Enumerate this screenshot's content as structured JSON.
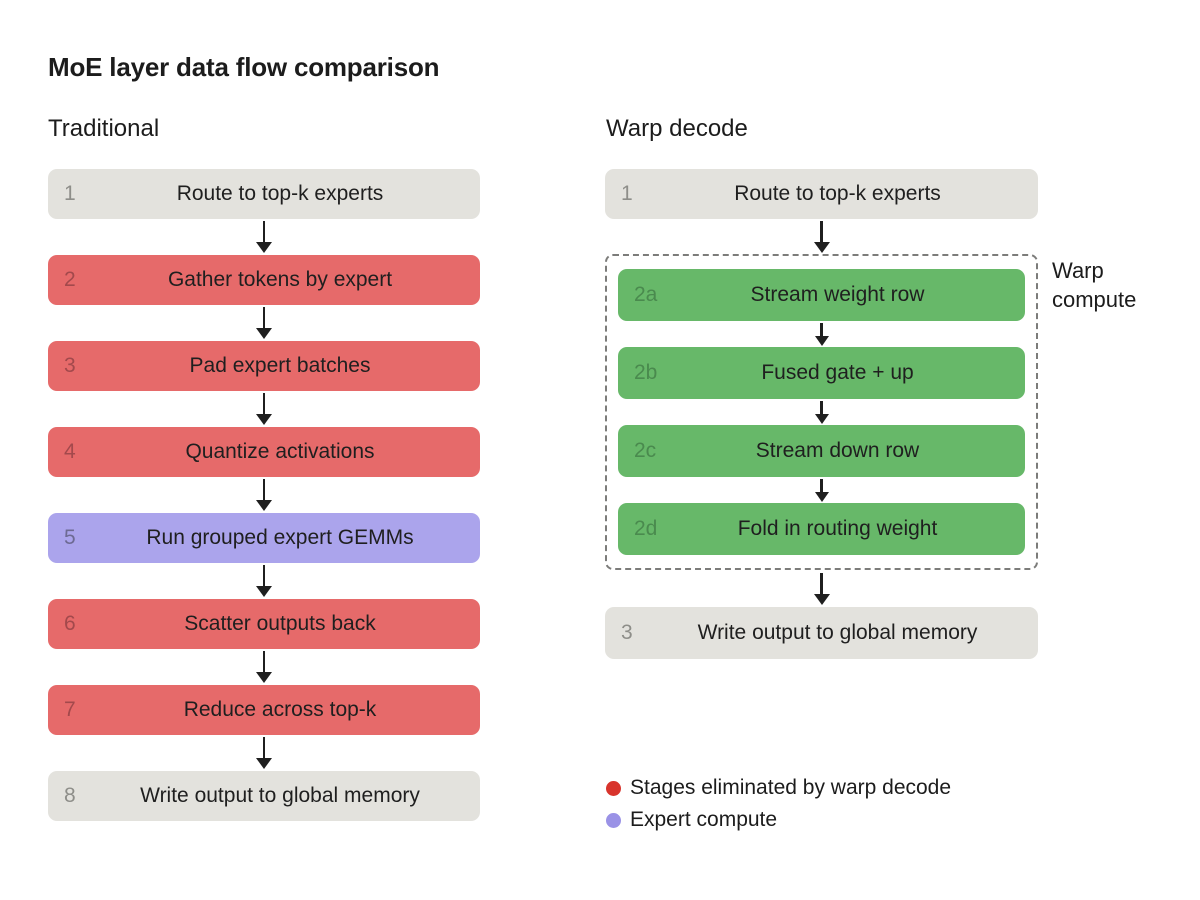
{
  "title": "MoE layer data flow comparison",
  "palette": {
    "box_gray": "#e3e2dd",
    "box_red": "#e66a6a",
    "box_purple": "#aba4ec",
    "box_green": "#67b869",
    "legend_red": "#d8342c",
    "legend_purple": "#9a92e6"
  },
  "columns": {
    "traditional": {
      "header": "Traditional",
      "steps": [
        {
          "num": "1",
          "label": "Route to top-k experts",
          "color": "gray"
        },
        {
          "num": "2",
          "label": "Gather tokens by expert",
          "color": "red"
        },
        {
          "num": "3",
          "label": "Pad expert batches",
          "color": "red"
        },
        {
          "num": "4",
          "label": "Quantize activations",
          "color": "red"
        },
        {
          "num": "5",
          "label": "Run grouped expert GEMMs",
          "color": "purple"
        },
        {
          "num": "6",
          "label": "Scatter outputs back",
          "color": "red"
        },
        {
          "num": "7",
          "label": "Reduce across top-k",
          "color": "red"
        },
        {
          "num": "8",
          "label": "Write output to global memory",
          "color": "gray"
        }
      ]
    },
    "warp": {
      "header": "Warp decode",
      "step1": {
        "num": "1",
        "label": "Route to top-k experts",
        "color": "gray"
      },
      "group_label": "Warp compute",
      "group_steps": [
        {
          "num": "2a",
          "label": "Stream weight row",
          "color": "green"
        },
        {
          "num": "2b",
          "label": "Fused gate + up",
          "color": "green"
        },
        {
          "num": "2c",
          "label": "Stream down row",
          "color": "green"
        },
        {
          "num": "2d",
          "label": "Fold in routing weight",
          "color": "green"
        }
      ],
      "step3": {
        "num": "3",
        "label": "Write output to global memory",
        "color": "gray"
      }
    }
  },
  "legend": [
    {
      "label": "Stages eliminated by warp decode",
      "color": "#d8342c"
    },
    {
      "label": "Expert compute",
      "color": "#9a92e6"
    }
  ]
}
